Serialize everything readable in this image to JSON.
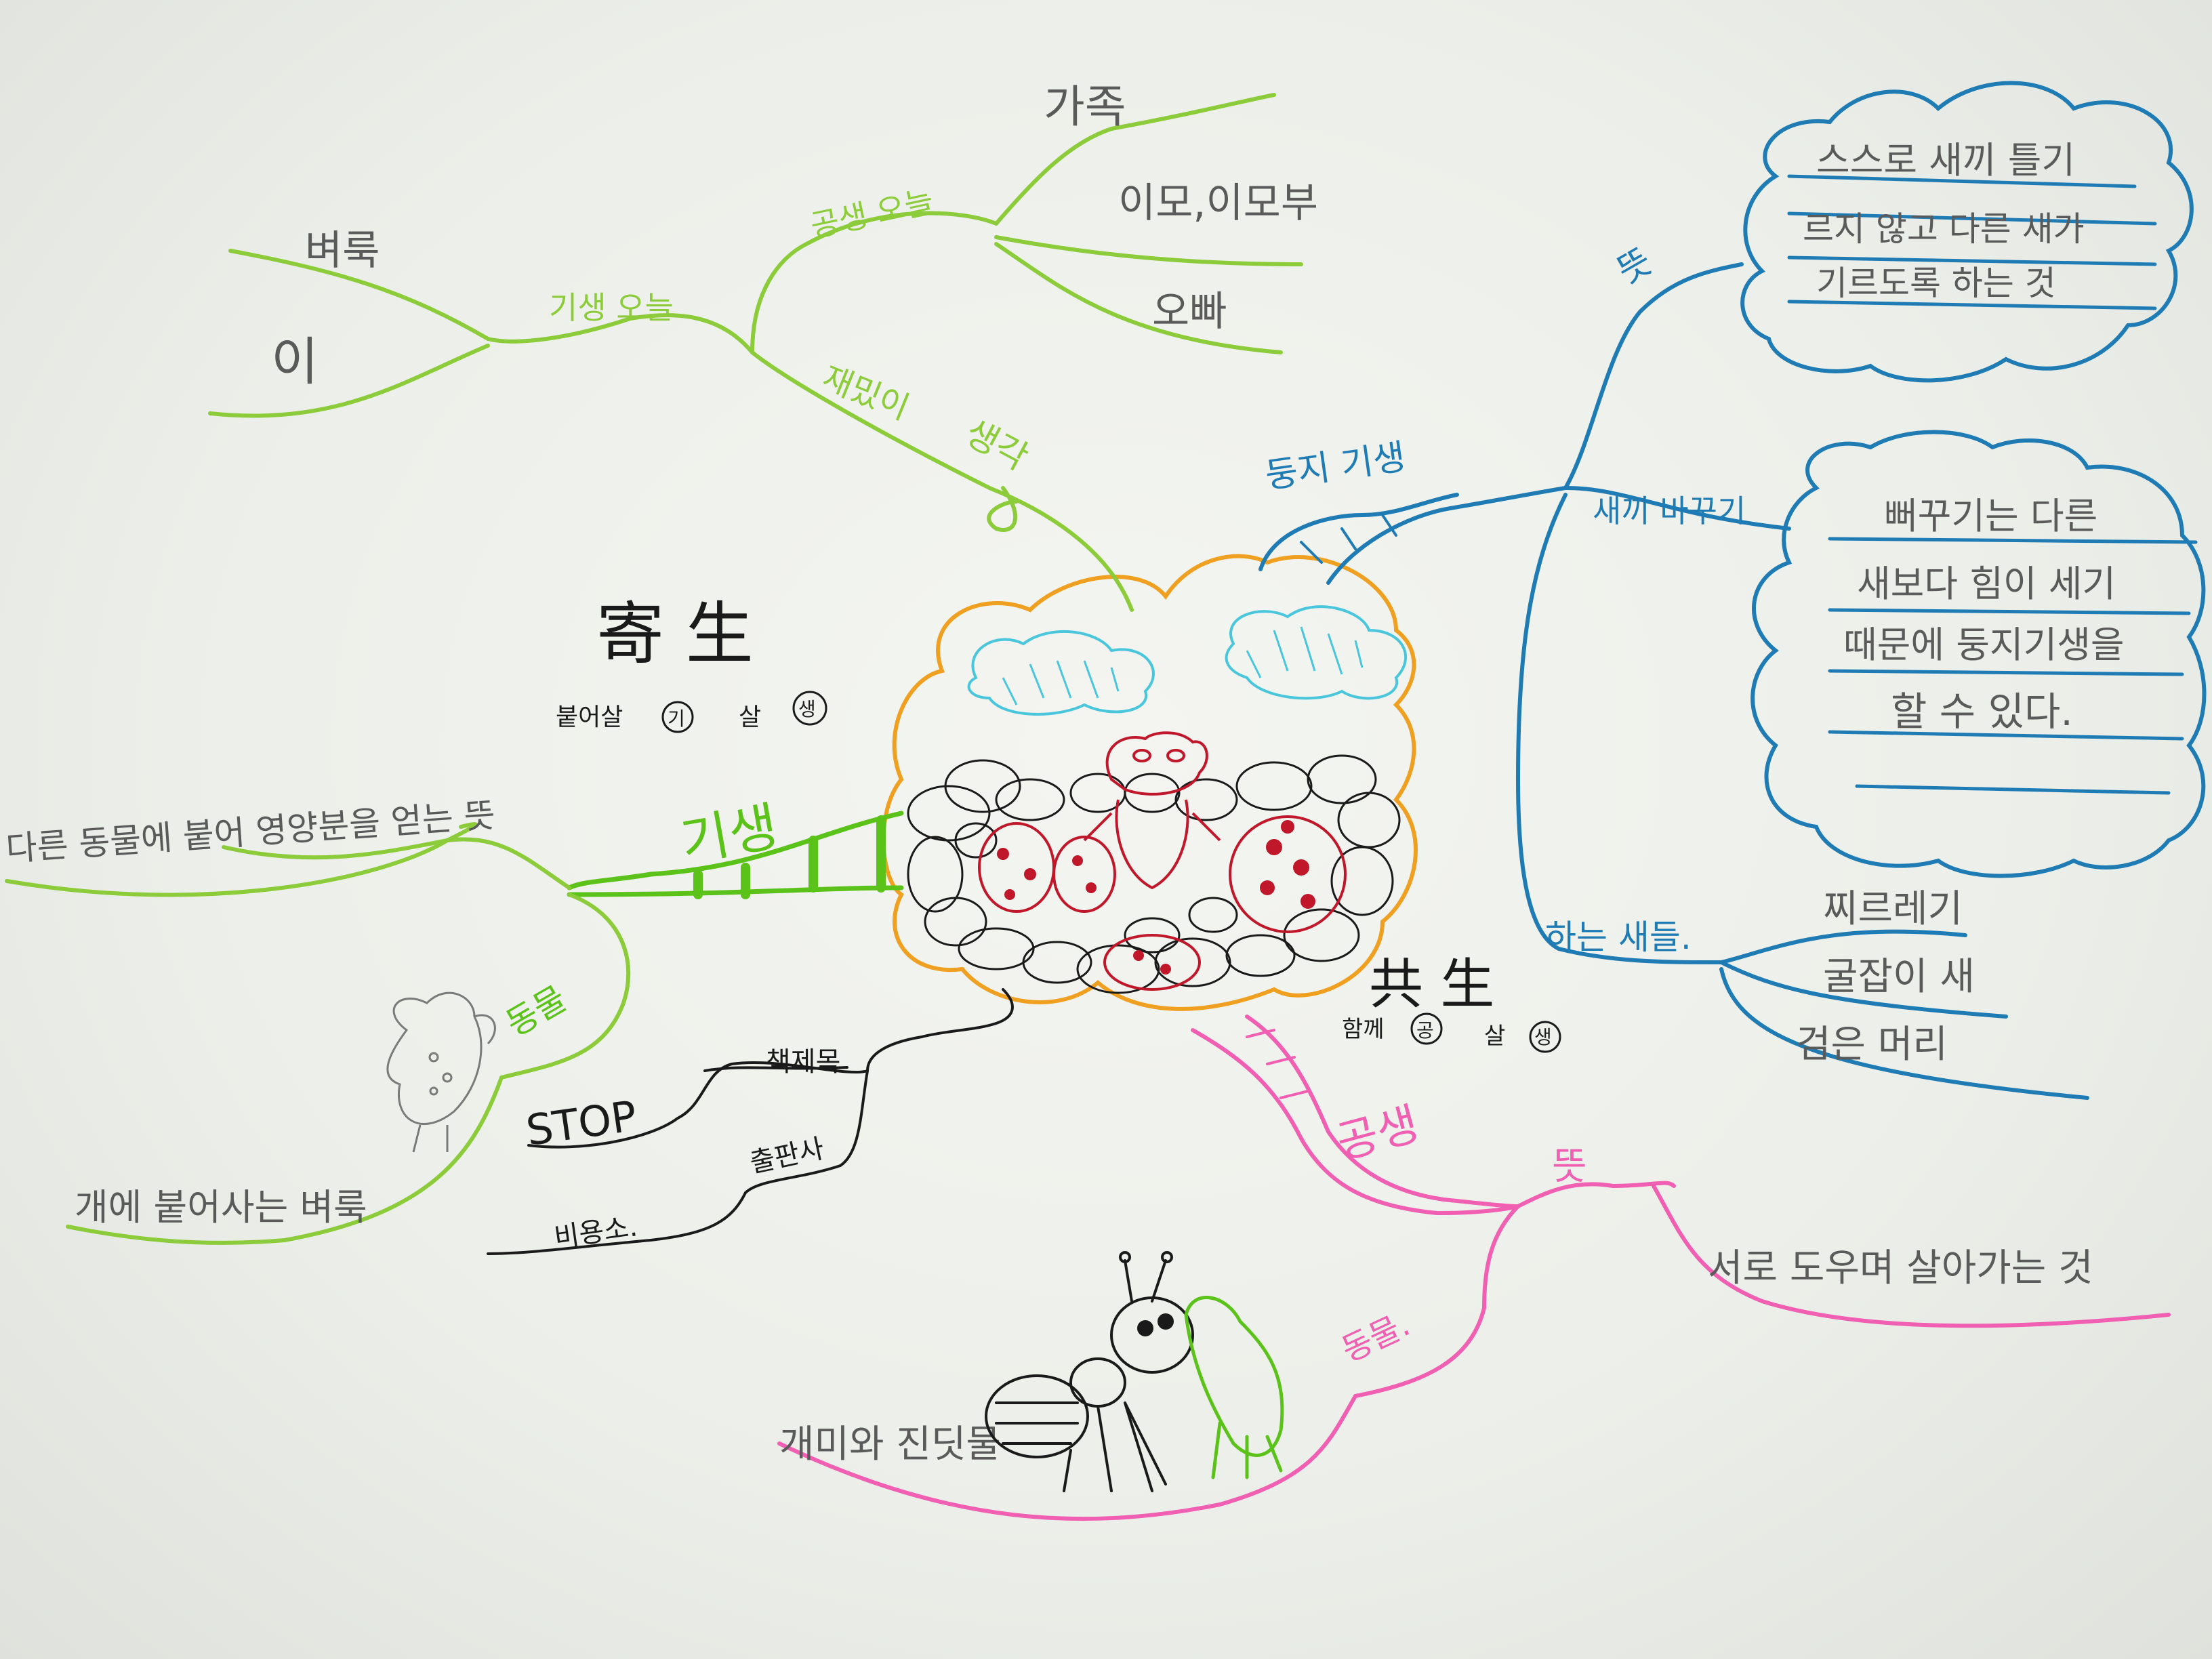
{
  "colors": {
    "green": "#8ccc3a",
    "bright_green": "#5bc21a",
    "blue": "#1f7bb4",
    "pink": "#f05fb2",
    "orange": "#f0a020",
    "cyan": "#49c6dc",
    "red": "#c0182a",
    "black": "#1a1a1a",
    "pencil": "#5a5a5a"
  },
  "center": {
    "parasite_title": "寄 生",
    "parasite_sub_1": "붙어살",
    "parasite_sub_1_circ": "기",
    "parasite_sub_2": "살",
    "parasite_sub_2_circ": "생",
    "symbiosis_title": "共 生",
    "symbiosis_sub_1": "함께",
    "symbiosis_sub_1_circ": "공",
    "symbiosis_sub_2": "살",
    "symbiosis_sub_2_circ": "생"
  },
  "green_top": {
    "branch_parasite_ex": "기생 오늘",
    "branch_symb_ex": "공생 오늘",
    "family": "가족",
    "aunt_uncle": "이모,이모부",
    "big_brother": "오빠",
    "flea": "벼룩",
    "lice": "이",
    "fun_thought_1": "재밌이",
    "fun_thought_2": "생각"
  },
  "green_left": {
    "branch_parasite": "기생",
    "meaning_text": "다른 동물에 붙어 영양분을 얻는 뜻",
    "animal_label": "동물",
    "dog_flea": "개에 붙어사는 벼룩"
  },
  "black_branch": {
    "stop": "STOP",
    "responsibility": "책제목",
    "publisher": "출판사",
    "cost": "비용소."
  },
  "blue_right": {
    "nest_parasitism": "둥지 기생",
    "meaning": "뜻",
    "meaning_line_1": "스스로 새끼 틀기",
    "meaning_line_2": "르지 않고 다른 새가",
    "meaning_line_3": "기르도록 하는 것",
    "chick_swap": "새끼 바꾸기",
    "swap_line_1": "뻐꾸기는 다른",
    "swap_line_2": "새보다 힘이 세기",
    "swap_line_3": "때문에 둥지기생을",
    "swap_line_4": "할 수 있다.",
    "birds_label": "하는 새들.",
    "bird_1": "찌르레기",
    "bird_2": "굴잡이 새",
    "bird_3": "검은 머리"
  },
  "pink_bottom": {
    "branch_symb": "공생",
    "meaning": "뜻",
    "meaning_text": "서로 도우며 살아가는 것",
    "animal_label": "동물.",
    "ant_aphid": "개미와 진딧물"
  }
}
